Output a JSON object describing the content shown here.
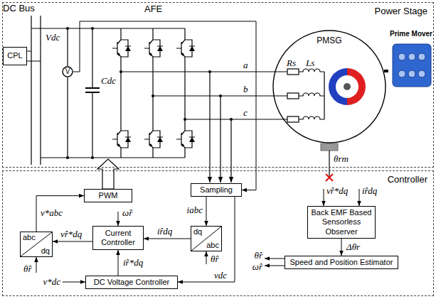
{
  "diagram": {
    "nodes": [
      {
        "text": [
          "Power Stage"
        ]
      },
      {
        "text": [
          "CPL"
        ],
        "in": 0
      },
      {
        "text": [
          "V"
        ],
        "in": 0
      },
      {
        "text": [
          "PMSG"
        ],
        "in": 0
      },
      {
        "text": [
          "Prime Mover"
        ],
        "in": 0
      },
      {
        "text": [
          "Controller"
        ]
      },
      {
        "text": [
          "PWM"
        ],
        "in": 5
      },
      {
        "text": [
          "Sampling"
        ],
        "in": 5
      },
      {
        "text": [
          "Back EMF Based Sensorless Observer"
        ],
        "in": 5
      },
      {
        "text": [
          "abc",
          "dq"
        ],
        "in": 5
      },
      {
        "text": [
          "Current Controller"
        ],
        "in": 5
      },
      {
        "text": [
          "dq",
          "abc"
        ],
        "in": 5
      },
      {
        "text": [
          "Speed and Position Estimator"
        ],
        "in": 5
      },
      {
        "text": [
          "DC Voltage Controller"
        ],
        "in": 5
      }
    ],
    "edges": [
      {
        "from": 9,
        "to": 6,
        "arrow": "to",
        "label": "v*abc"
      },
      {
        "from": 10,
        "to": 9,
        "arrow": "to",
        "label": "vr̂*dq"
      },
      {
        "from": 7,
        "to": 11,
        "arrow": "to",
        "label": "iabc"
      },
      {
        "from": 11,
        "to": 10,
        "arrow": "to",
        "label": "ir̂dq"
      },
      {
        "from": 13,
        "to": 10,
        "arrow": "to",
        "label": "ir̂*dq"
      },
      {
        "from": 7,
        "to": 13,
        "arrow": "to",
        "label": "vdc"
      },
      {
        "from": 8,
        "to": 12,
        "arrow": "to",
        "label": "Δθr"
      },
      {
        "from": 3,
        "to": 4,
        "arrow": "none"
      },
      {
        "from": 2,
        "to": 7,
        "arrow": "to"
      }
    ],
    "labels": [
      "DC Bus",
      "AFE",
      "Vdc",
      "Cdc",
      "a",
      "b",
      "c",
      "Rs",
      "Ls",
      "θrm",
      "ω̂r",
      "θ̂r",
      "θ̂r",
      "v*dc",
      "vr̂*dq",
      "ir̂dq",
      "θ̂r",
      "ω̂r"
    ]
  }
}
